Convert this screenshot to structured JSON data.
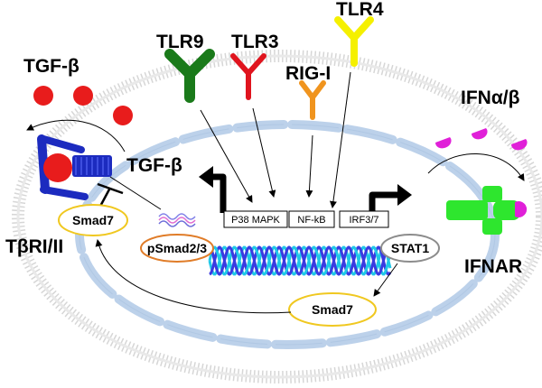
{
  "labels": {
    "tlr9": "TLR9",
    "tlr3": "TLR3",
    "rigi": "RIG-I",
    "tlr4": "TLR4",
    "tgfb_out": "TGF-β",
    "tgfb_in": "TGF-β",
    "ifnab": "IFNα/β",
    "tbri": "TβRI/II",
    "ifnar": "IFNAR",
    "smad7_left": "Smad7",
    "psmad": "pSmad2/3",
    "p38": "P38 MAPK",
    "nfkb": "NF-kB",
    "irf": "IRF3/7",
    "stat1": "STAT1",
    "smad7_bottom": "Smad7"
  },
  "colors": {
    "tlr9": "#1a7a1a",
    "tlr3": "#e0141e",
    "rigi": "#f0941e",
    "tlr4": "#f5f000",
    "tgfb_ligand": "#e81c1c",
    "ifn_ligand": "#e020d8",
    "tbr_receptor": "#1c2bbf",
    "ifnar_receptor": "#2ee62e",
    "membrane": "#d9d9d9",
    "nucleus": "#bcd1ea",
    "smad7_ring": "#f0c820",
    "psmad_ring": "#e07c28",
    "stat1_ring": "#8c8c8c",
    "dna_a": "#1fc8e8",
    "dna_b": "#3a3ae0"
  }
}
